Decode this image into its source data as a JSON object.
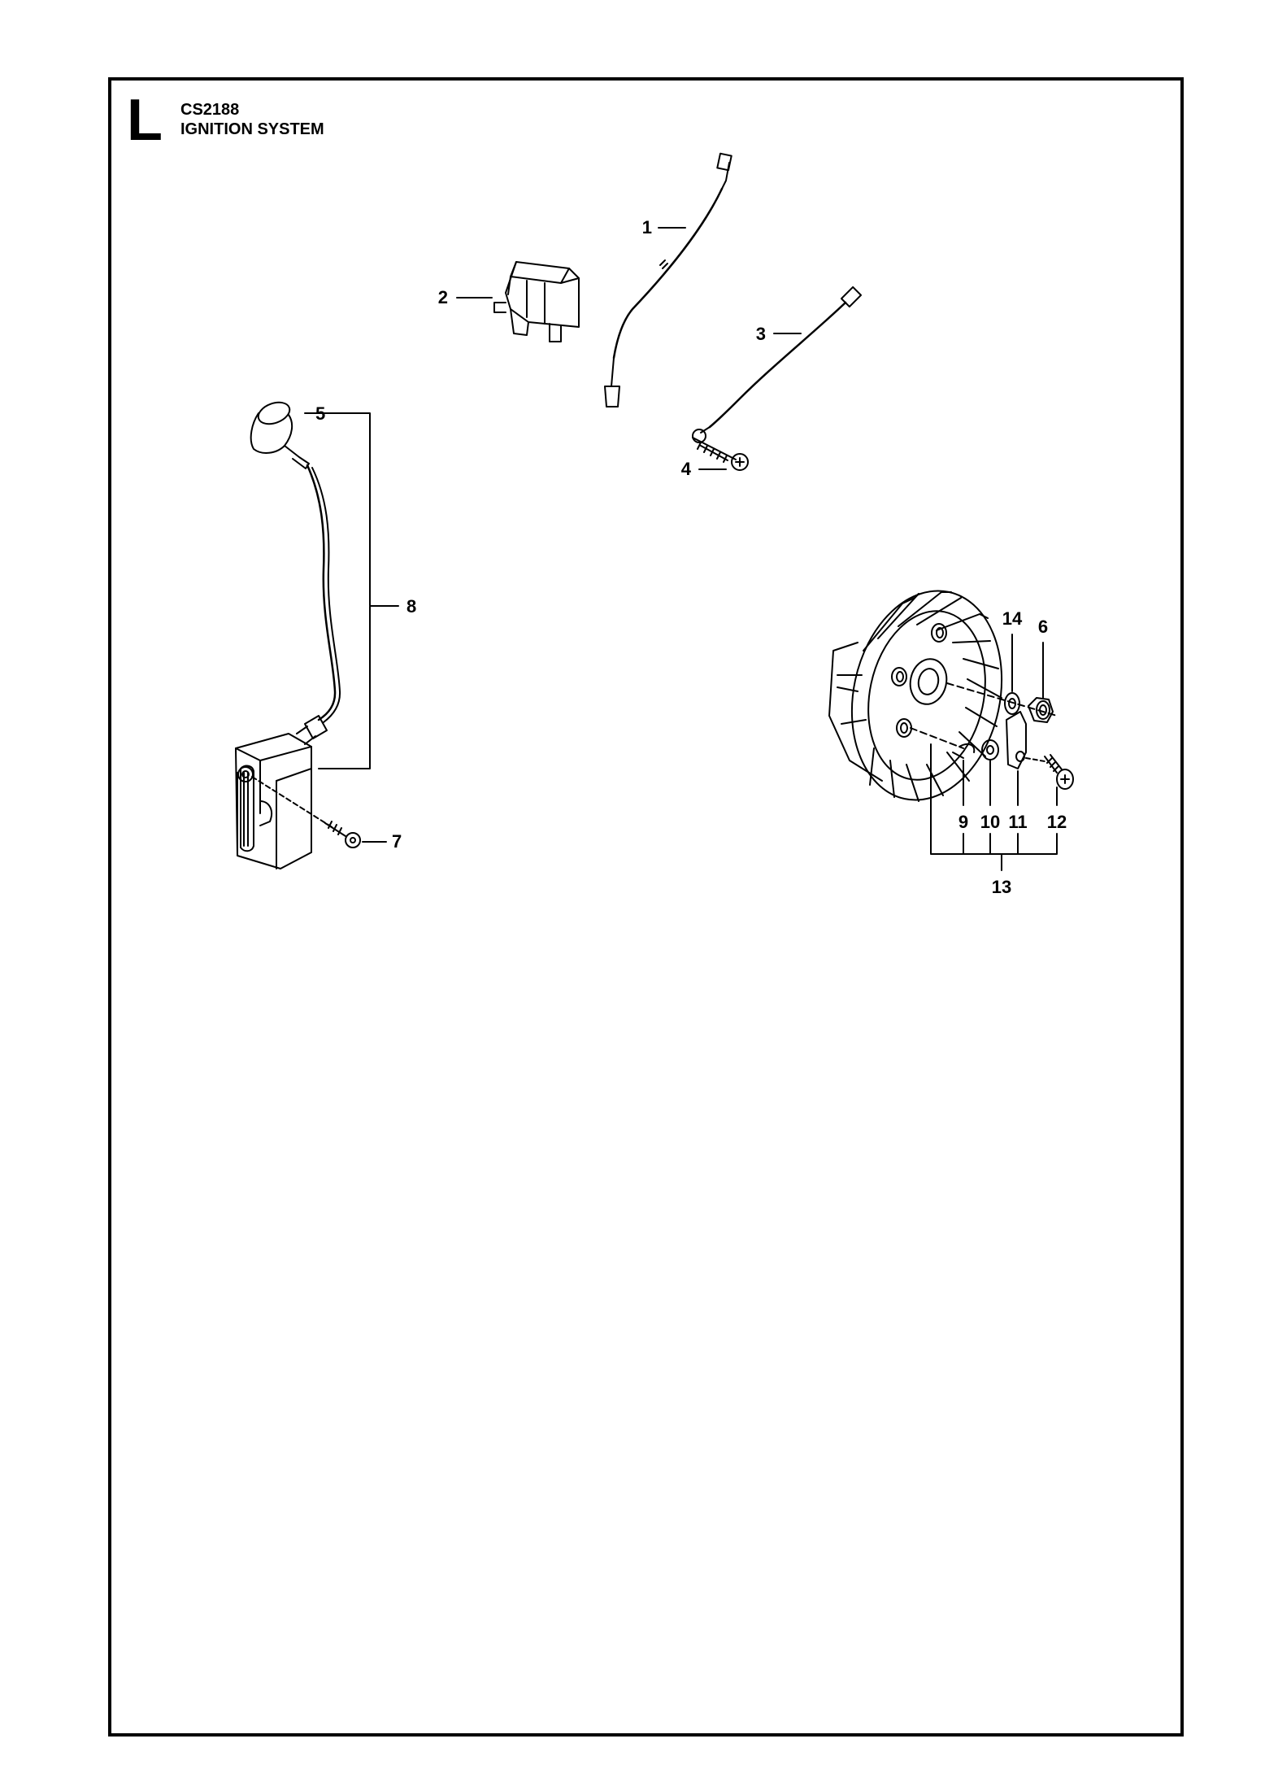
{
  "header": {
    "section_letter": "L",
    "model": "CS2188",
    "title": "IGNITION SYSTEM"
  },
  "callouts": {
    "c1": "1",
    "c2": "2",
    "c3": "3",
    "c4": "4",
    "c5": "5",
    "c6": "6",
    "c7": "7",
    "c8": "8",
    "c9": "9",
    "c10": "10",
    "c11": "11",
    "c12": "12",
    "c13": "13",
    "c14": "14"
  }
}
